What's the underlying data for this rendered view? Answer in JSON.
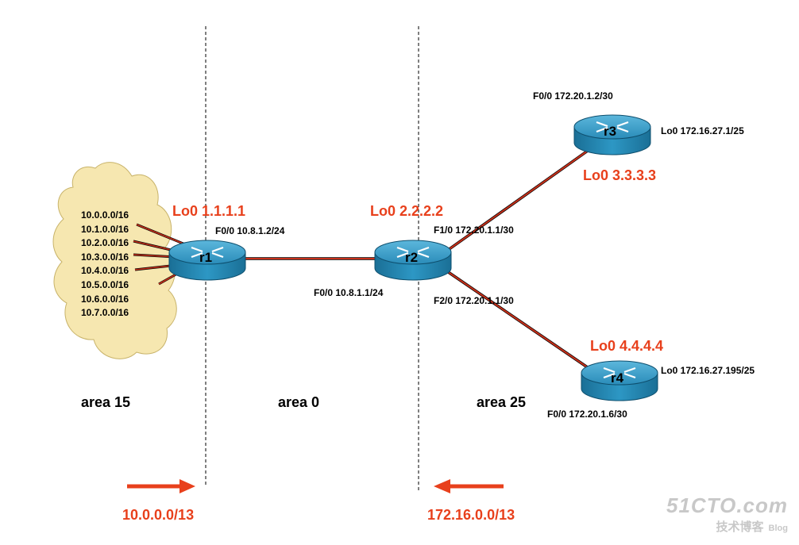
{
  "areas": {
    "left": "area 15",
    "middle": "area 0",
    "right": "area 25"
  },
  "cloud": {
    "networks": [
      "10.0.0.0/16",
      "10.1.0.0/16",
      "10.2.0.0/16",
      "10.3.0.0/16",
      "10.4.0.0/16",
      "10.5.0.0/16",
      "10.6.0.0/16",
      "10.7.0.0/16"
    ]
  },
  "routers": {
    "r1": {
      "name": "r1",
      "loopback": "Lo0 1.1.1.1",
      "interface": "F0/0 10.8.1.2/24"
    },
    "r2": {
      "name": "r2",
      "loopback": "Lo0 2.2.2.2",
      "f00": "F0/0 10.8.1.1/24",
      "f10": "F1/0 172.20.1.1/30",
      "f20": "F2/0 172.20.1.1/30"
    },
    "r3": {
      "name": "r3",
      "loopback": "Lo0 3.3.3.3",
      "f00": "F0/0 172.20.1.2/30",
      "lo_ip": "Lo0 172.16.27.1/25"
    },
    "r4": {
      "name": "r4",
      "loopback": "Lo0 4.4.4.4",
      "f00": "F0/0 172.20.1.6/30",
      "lo_ip": "Lo0 172.16.27.195/25"
    }
  },
  "summaries": {
    "left": "10.0.0.0/13",
    "right": "172.16.0.0/13"
  },
  "watermark": {
    "site": "51CTO.com",
    "sub": "技术博客",
    "blog": "Blog"
  },
  "colors": {
    "link": "#c8301a",
    "accent": "#e8401c",
    "router": "#1f86b0",
    "cloud": "#f6e7b0"
  }
}
